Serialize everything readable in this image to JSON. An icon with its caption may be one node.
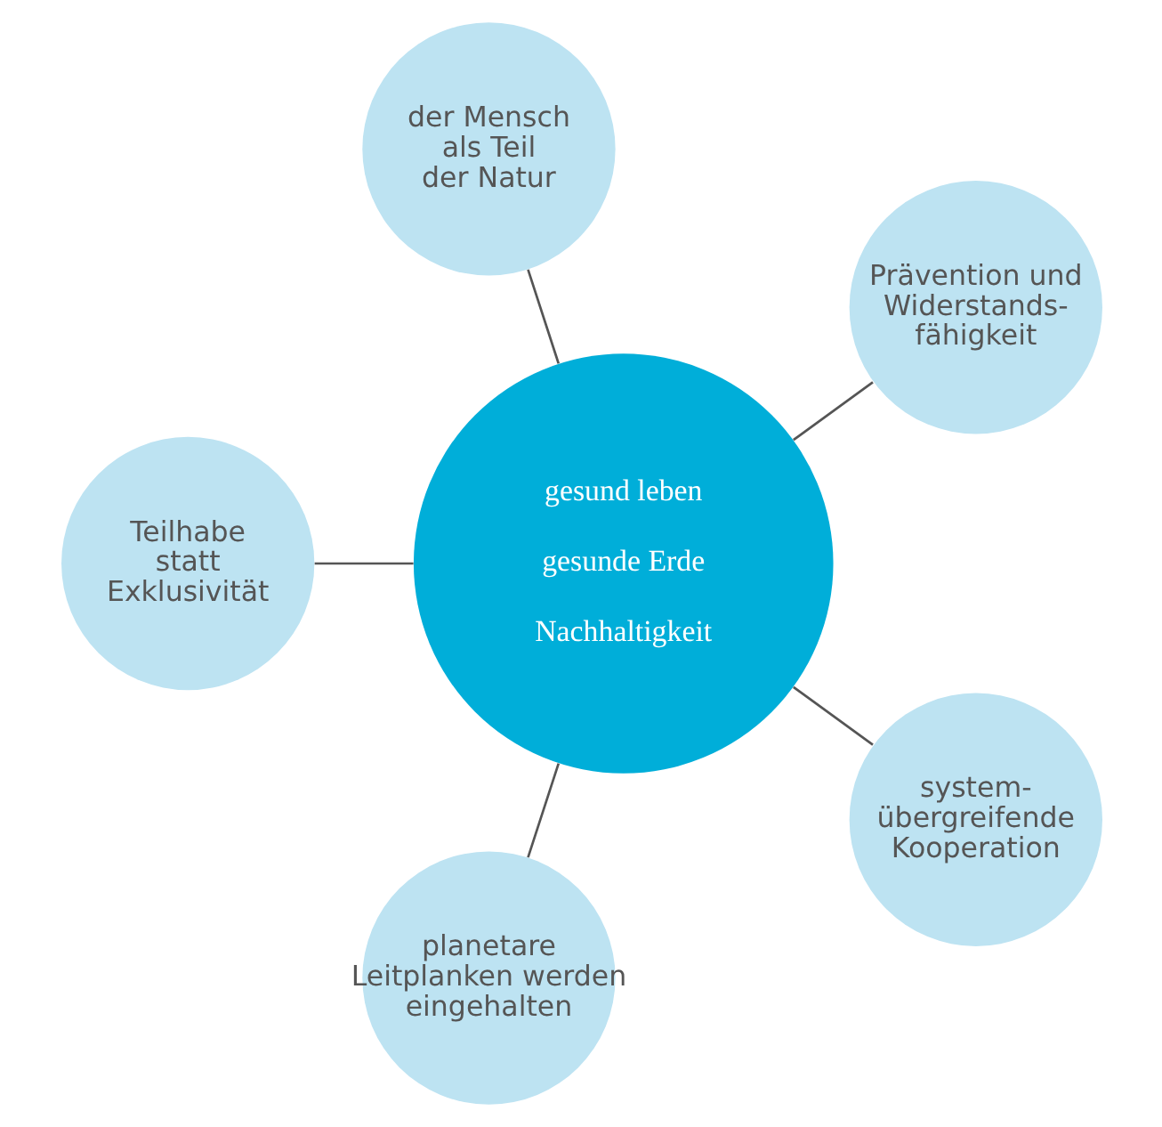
{
  "diagram": {
    "nodes": [
      {
        "text": [
          "gesund leben",
          "gesunde Erde",
          "Nachhaltigkeit"
        ]
      },
      {
        "text": [
          "Prävention und Widerstands- fähigkeit"
        ]
      },
      {
        "text": [
          "der Mensch als Teil der Natur"
        ]
      },
      {
        "text": [
          "Teilhabe statt Exklusivität"
        ]
      },
      {
        "text": [
          "planetare Leitplanken werden eingehalten"
        ]
      },
      {
        "text": [
          "system- übergreifende Kooperation"
        ]
      }
    ],
    "edges": [
      {
        "from": 0,
        "to": 1,
        "arrow": "none"
      },
      {
        "from": 0,
        "to": 2,
        "arrow": "none"
      },
      {
        "from": 0,
        "to": 3,
        "arrow": "none"
      },
      {
        "from": 0,
        "to": 4,
        "arrow": "none"
      },
      {
        "from": 0,
        "to": 5,
        "arrow": "none"
      }
    ]
  }
}
